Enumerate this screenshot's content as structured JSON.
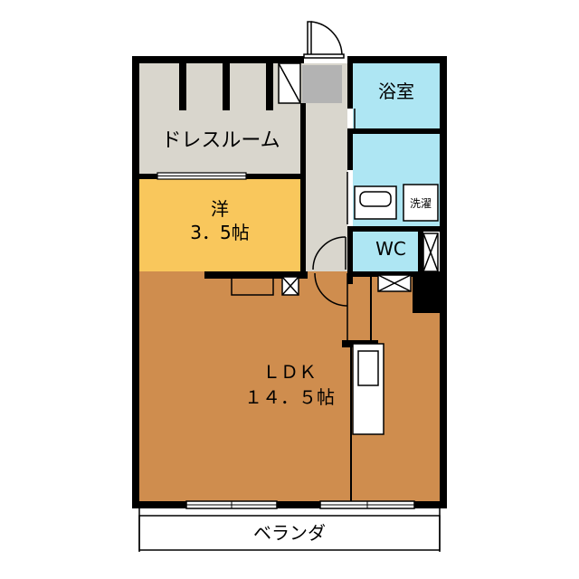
{
  "rooms": {
    "dress": "ドレスルーム",
    "yo_name": "洋",
    "yo_size": "3．5帖",
    "bath": "浴室",
    "wash": "洗濯",
    "wc": "WC",
    "ldk_name": "ＬＤＫ",
    "ldk_size": "１４．５帖",
    "veranda": "ベランダ"
  },
  "colors": {
    "wall": "#000000",
    "dress_floor": "#d9d6cd",
    "hall_floor": "#d9d6cd",
    "western_floor": "#f9c75c",
    "ldk_floor": "#cf8d4e",
    "wet_floor": "#aee6f3",
    "closet_gray": "#b3b3b3"
  }
}
